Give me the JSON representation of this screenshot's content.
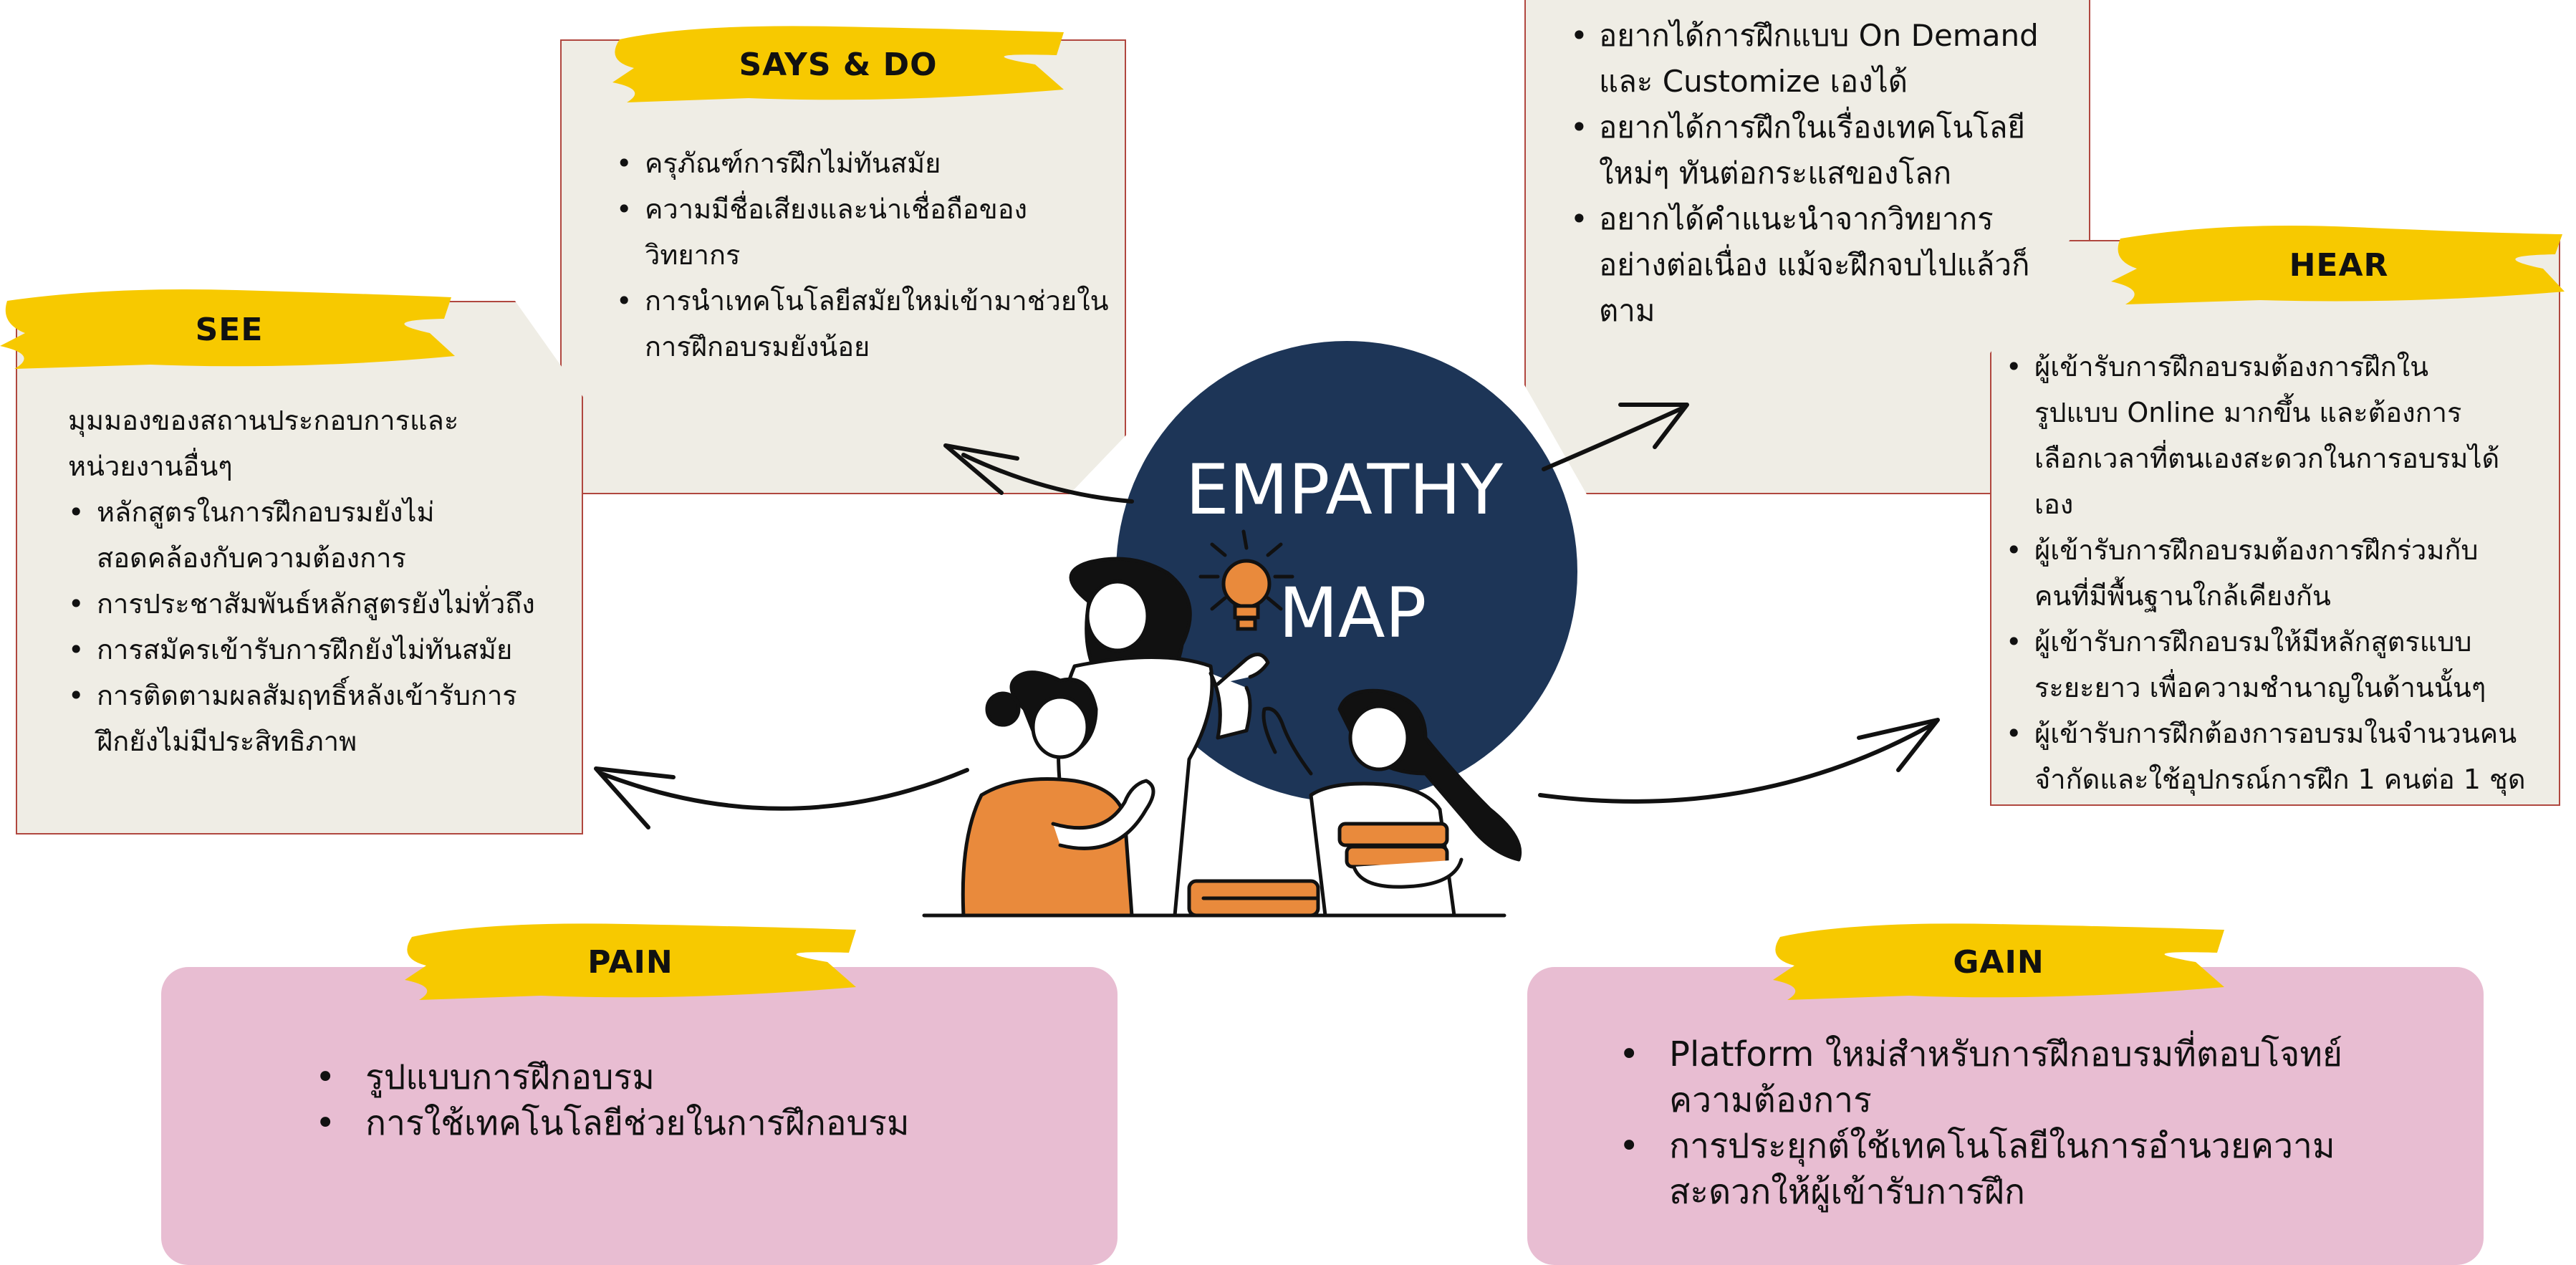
{
  "colors": {
    "card_bg": "#efede5",
    "card_border": "#b0473f",
    "pink_bg": "#e8bdd2",
    "brush_yellow": "#f7c900",
    "circle_navy": "#1d3557",
    "accent_orange": "#e98a3c"
  },
  "center": {
    "line1": "EMPATHY",
    "line2": "MAP",
    "icon": "lightbulb-icon"
  },
  "says_do": {
    "title": "SAYS & DO",
    "items": [
      "ครุภัณฑ์การฝึกไม่ทันสมัย",
      "ความมีชื่อเสียงและน่าเชื่อถือของ\nวิทยากร",
      "การนำเทคโนโลยีสมัยใหม่เข้ามาช่วยใน\nการฝึกอบรมยังน้อย"
    ]
  },
  "think_feel": {
    "items": [
      "อยากได้การฝึกแบบ On Demand\nและ Customize เองได้",
      "อยากได้การฝึกในเรื่องเทคโนโลยี\nใหม่ๆ ทันต่อกระแสของโลก",
      "อยากได้คำแนะนำจากวิทยากร\nอย่างต่อเนื่อง แม้จะฝึกจบไปแล้วก็\nตาม"
    ]
  },
  "see": {
    "title": "SEE",
    "lead": "มุมมองของสถานประกอบการและ\nหน่วยงานอื่นๆ",
    "items": [
      "หลักสูตรในการฝึกอบรมยังไม่\nสอดคล้องกับความต้องการ",
      "การประชาสัมพันธ์หลักสูตรยังไม่ทั่วถึง",
      "การสมัครเข้ารับการฝึกยังไม่ทันสมัย",
      "การติดตามผลสัมฤทธิ์หลังเข้ารับการ\nฝึกยังไม่มีประสิทธิภาพ"
    ]
  },
  "hear": {
    "title": "HEAR",
    "items": [
      "ผู้เข้ารับการฝึกอบรมต้องการฝึกใน\nรูปแบบ Online มากขึ้น และต้องการ\nเลือกเวลาที่ตนเองสะดวกในการอบรมได้\nเอง",
      "ผู้เข้ารับการฝึกอบรมต้องการฝึกร่วมกับ\nคนที่มีพื้นฐานใกล้เคียงกัน",
      "ผู้เข้ารับการฝึกอบรมให้มีหลักสูตรแบบ\nระยะยาว เพื่อความชำนาญในด้านนั้นๆ",
      "ผู้เข้ารับการฝึกต้องการอบรมในจำนวนคน\nจำกัดและใช้อุปกรณ์การฝึก 1 คนต่อ 1 ชุด"
    ]
  },
  "pain": {
    "title": "PAIN",
    "items": [
      "รูปแบบการฝึกอบรม",
      "การใช้เทคโนโลยีช่วยในการฝึกอบรม"
    ]
  },
  "gain": {
    "title": "GAIN",
    "items": [
      "Platform ใหม่สำหรับการฝึกอบรมที่ตอบโจทย์\nความต้องการ",
      "การประยุกต์ใช้เทคโนโลยีในการอำนวยความ\nสะดวกให้ผู้เข้ารับการฝึก"
    ]
  },
  "illustration": {
    "icon": "three-women-studying-illustration"
  }
}
